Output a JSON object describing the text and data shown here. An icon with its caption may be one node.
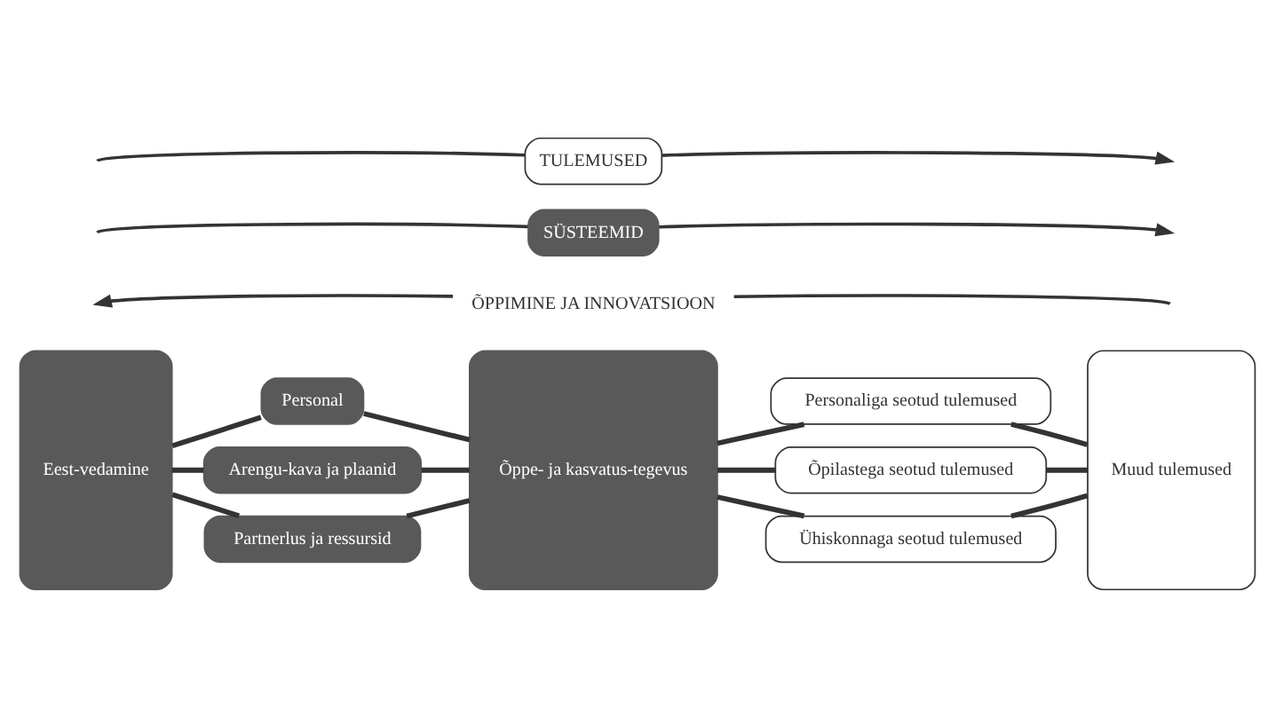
{
  "diagram": {
    "nodes": [
      {
        "text": [
          "Eest-vedamine"
        ]
      },
      {
        "text": [
          "Personal"
        ]
      },
      {
        "text": [
          "Arengu-kava ja plaanid"
        ]
      },
      {
        "text": [
          "Partnerlus ja ressursid"
        ]
      },
      {
        "text": [
          "Õppe- ja kasvatus-tegevus"
        ]
      },
      {
        "text": [
          "Personaliga seotud tulemused"
        ]
      },
      {
        "text": [
          "Õpilastega seotud tulemused"
        ]
      },
      {
        "text": [
          "Ühiskonnaga seotud tulemused"
        ]
      },
      {
        "text": [
          "Muud tulemused"
        ]
      },
      {
        "text": [
          "ÕPPIMINE JA INNOVATSIOON"
        ]
      },
      {
        "text": [
          "SÜSTEEMID"
        ]
      },
      {
        "text": [
          "TULEMUSED"
        ]
      }
    ],
    "edges": [
      {
        "from": 0,
        "to": 1,
        "arrow": "none"
      },
      {
        "from": 0,
        "to": 2,
        "arrow": "none"
      },
      {
        "from": 0,
        "to": 3,
        "arrow": "none"
      },
      {
        "from": 1,
        "to": 4,
        "arrow": "none"
      },
      {
        "from": 2,
        "to": 4,
        "arrow": "none"
      },
      {
        "from": 3,
        "to": 4,
        "arrow": "none"
      },
      {
        "from": 4,
        "to": 5,
        "arrow": "none"
      },
      {
        "from": 4,
        "to": 6,
        "arrow": "none"
      },
      {
        "from": 4,
        "to": 7,
        "arrow": "none"
      },
      {
        "from": 5,
        "to": 8,
        "arrow": "none"
      },
      {
        "from": 6,
        "to": 8,
        "arrow": "none"
      },
      {
        "from": 7,
        "to": 8,
        "arrow": "none"
      },
      {
        "from": null,
        "to": 9,
        "arrow": "none"
      },
      {
        "from": 9,
        "to": null,
        "arrow": "to"
      },
      {
        "from": 10,
        "to": null,
        "arrow": "to"
      },
      {
        "from": null,
        "to": 10,
        "arrow": "none"
      },
      {
        "from": 11,
        "to": null,
        "arrow": "to"
      },
      {
        "from": null,
        "to": 11,
        "arrow": "none"
      }
    ]
  }
}
